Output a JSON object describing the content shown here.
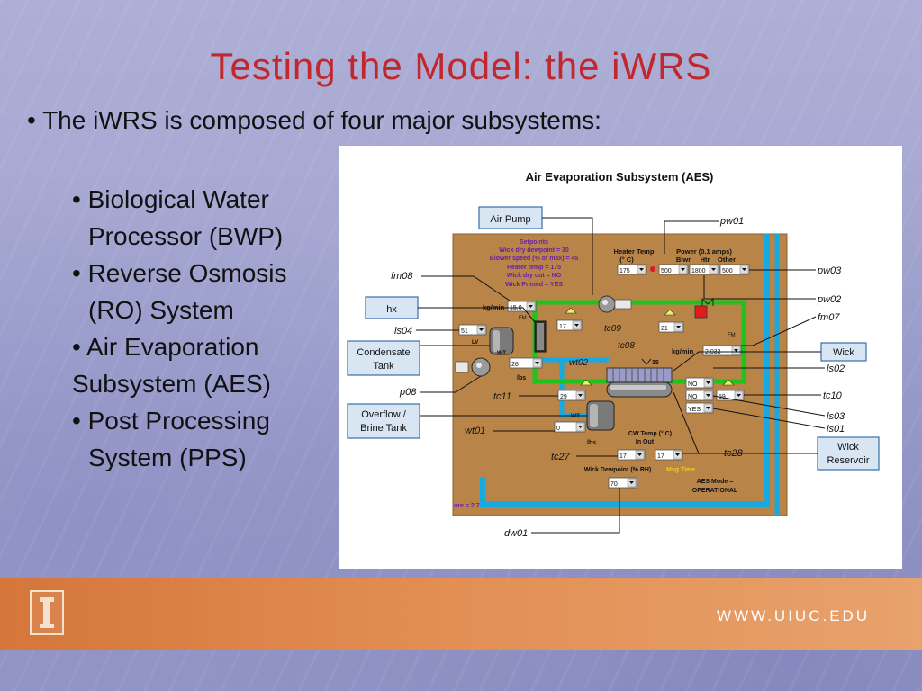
{
  "slide": {
    "title": "Testing the Model:  the iWRS",
    "intro": "• The iWRS is composed of four major subsystems:",
    "subsystems": [
      {
        "line1": "• Biological Water",
        "line2": "Processor (BWP)"
      },
      {
        "line1": "• Reverse Osmosis",
        "line2": "(RO) System"
      },
      {
        "line1": "• Air Evaporation",
        "line2": "Subsystem (AES)"
      },
      {
        "line1": "• Post Processing",
        "line2": "System (PPS)"
      }
    ]
  },
  "diagram": {
    "title": "Air Evaporation Subsystem (AES)",
    "setpoints": [
      "Setpoints",
      "Wick dry dewpoint = 30",
      "Blower speed (% of max) = 45",
      "Heater temp = 175",
      "Wick dry out = NO",
      "Wick Primed = YES"
    ],
    "heater_temp_label": "Heater Temp",
    "heater_temp_unit": "(° C)",
    "power_label": "Power (0.1 amps)",
    "power_cols": [
      "Blwr",
      "Htr",
      "Other"
    ],
    "kgmin": "kg/min",
    "lbs": "lbs",
    "cw_temp_label": "CW Temp (° C)",
    "cw_in_out": "In      Out",
    "wick_dewpoint_label": "Wick Dewpoint (% RH)",
    "msg_time": "Msg Time",
    "aes_mode_label": "AES Mode =",
    "aes_mode": "OPERATIONAL",
    "pressure_fragment": "ure = 2.7",
    "fifteen": "15",
    "values": {
      "heater_temp": "175",
      "power_blwr": "500",
      "power_htr": "1800",
      "power_other": "500",
      "fm08": "15.0",
      "tc09_left": "17",
      "tc09_right": "21",
      "ls04": "51",
      "wt02": "26",
      "fm07": "2.033",
      "ls02": "NO",
      "ls03": "NO",
      "tc10": "59",
      "ls01": "YES",
      "tc11": "29",
      "wt01": "0",
      "tc27": "17",
      "tc28": "17",
      "dw01": "70"
    },
    "callouts": {
      "air_pump": "Air Pump",
      "hx": "hx",
      "condensate_tank": [
        "Condensate",
        "Tank"
      ],
      "overflow_tank": [
        "Overflow /",
        "Brine Tank"
      ],
      "wick": "Wick",
      "wick_reservoir": [
        "Wick",
        "Reservoir"
      ]
    },
    "tags": {
      "pw01": "pw01",
      "pw03": "pw03",
      "pw02": "pw02",
      "fm07": "fm07",
      "fm08": "fm08",
      "ls04": "ls04",
      "p08": "p08",
      "tc11": "tc11",
      "wt01": "wt01",
      "tc27": "tc27",
      "tc28": "tc28",
      "dw01": "dw01",
      "tc09": "tc09",
      "tc08": "tc08",
      "wt02": "wt02",
      "ls02": "ls02",
      "tc10": "tc10",
      "ls03": "ls03",
      "ls01": "ls01",
      "fm_small": "FM",
      "lv": "LV",
      "wt": "WT"
    },
    "colors": {
      "panel_bg": "#b98448",
      "pipe_green": "#21c21c",
      "pipe_blue": "#19a9e1",
      "setpoint_text": "#6a1fa8",
      "callout_bg": "#d8e6f4",
      "callout_border": "#3a6fa8"
    }
  },
  "footer": {
    "url": "WWW.UIUC.EDU"
  }
}
